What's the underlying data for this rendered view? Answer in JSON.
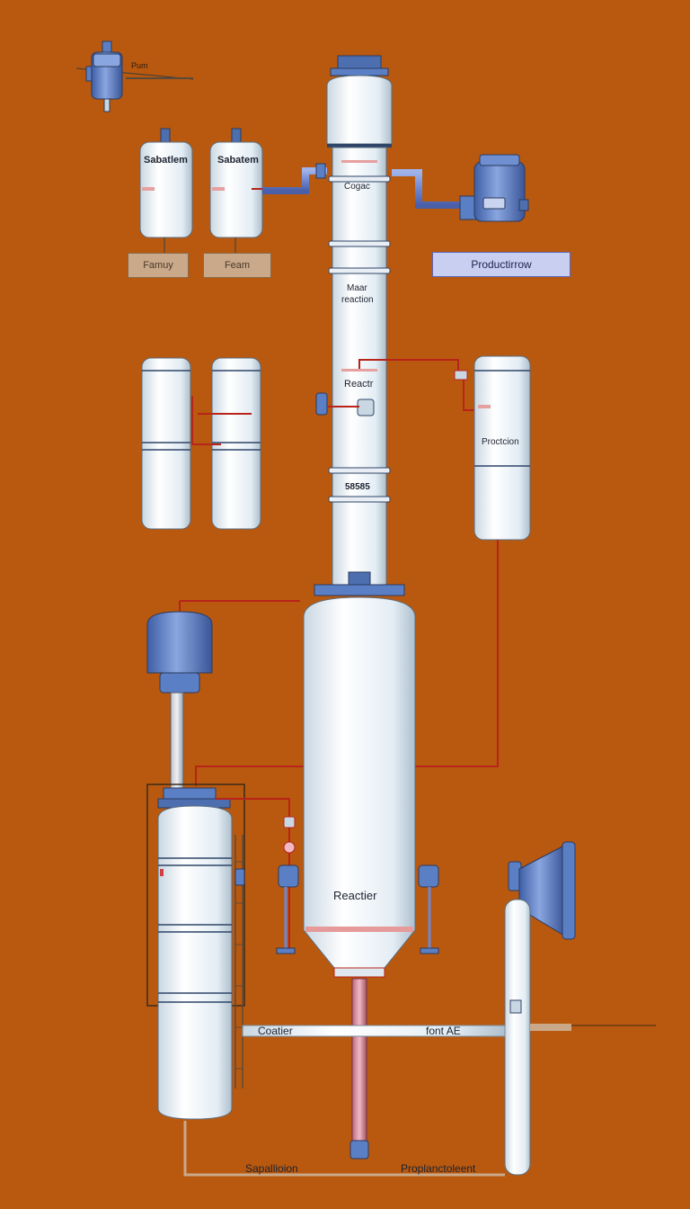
{
  "labels": {
    "pump_small": "Pum",
    "tank_a": "Sabatlem",
    "tank_b": "Sabatem",
    "box_a": "Famuy",
    "box_b": "Feam",
    "box_product": "Productirrow",
    "column_top": "Cogac",
    "column_mid_1": "Maar",
    "column_mid_2": "reaction",
    "column_reactor": "Reactr",
    "column_lower": "58585",
    "right_tank": "Proctcion",
    "main_reactor": "Reactier",
    "pipe_left": "Coatier",
    "pipe_right": "font AE",
    "bottom_left": "Sapallioion",
    "bottom_right": "Proplanctoleent"
  },
  "colors": {
    "background": "#b9590f",
    "vessel": "#eef4f8",
    "pipe_blue": "#6f86cf",
    "pipe_red": "#b8231a",
    "pump_blue": "#5b7fc4"
  }
}
